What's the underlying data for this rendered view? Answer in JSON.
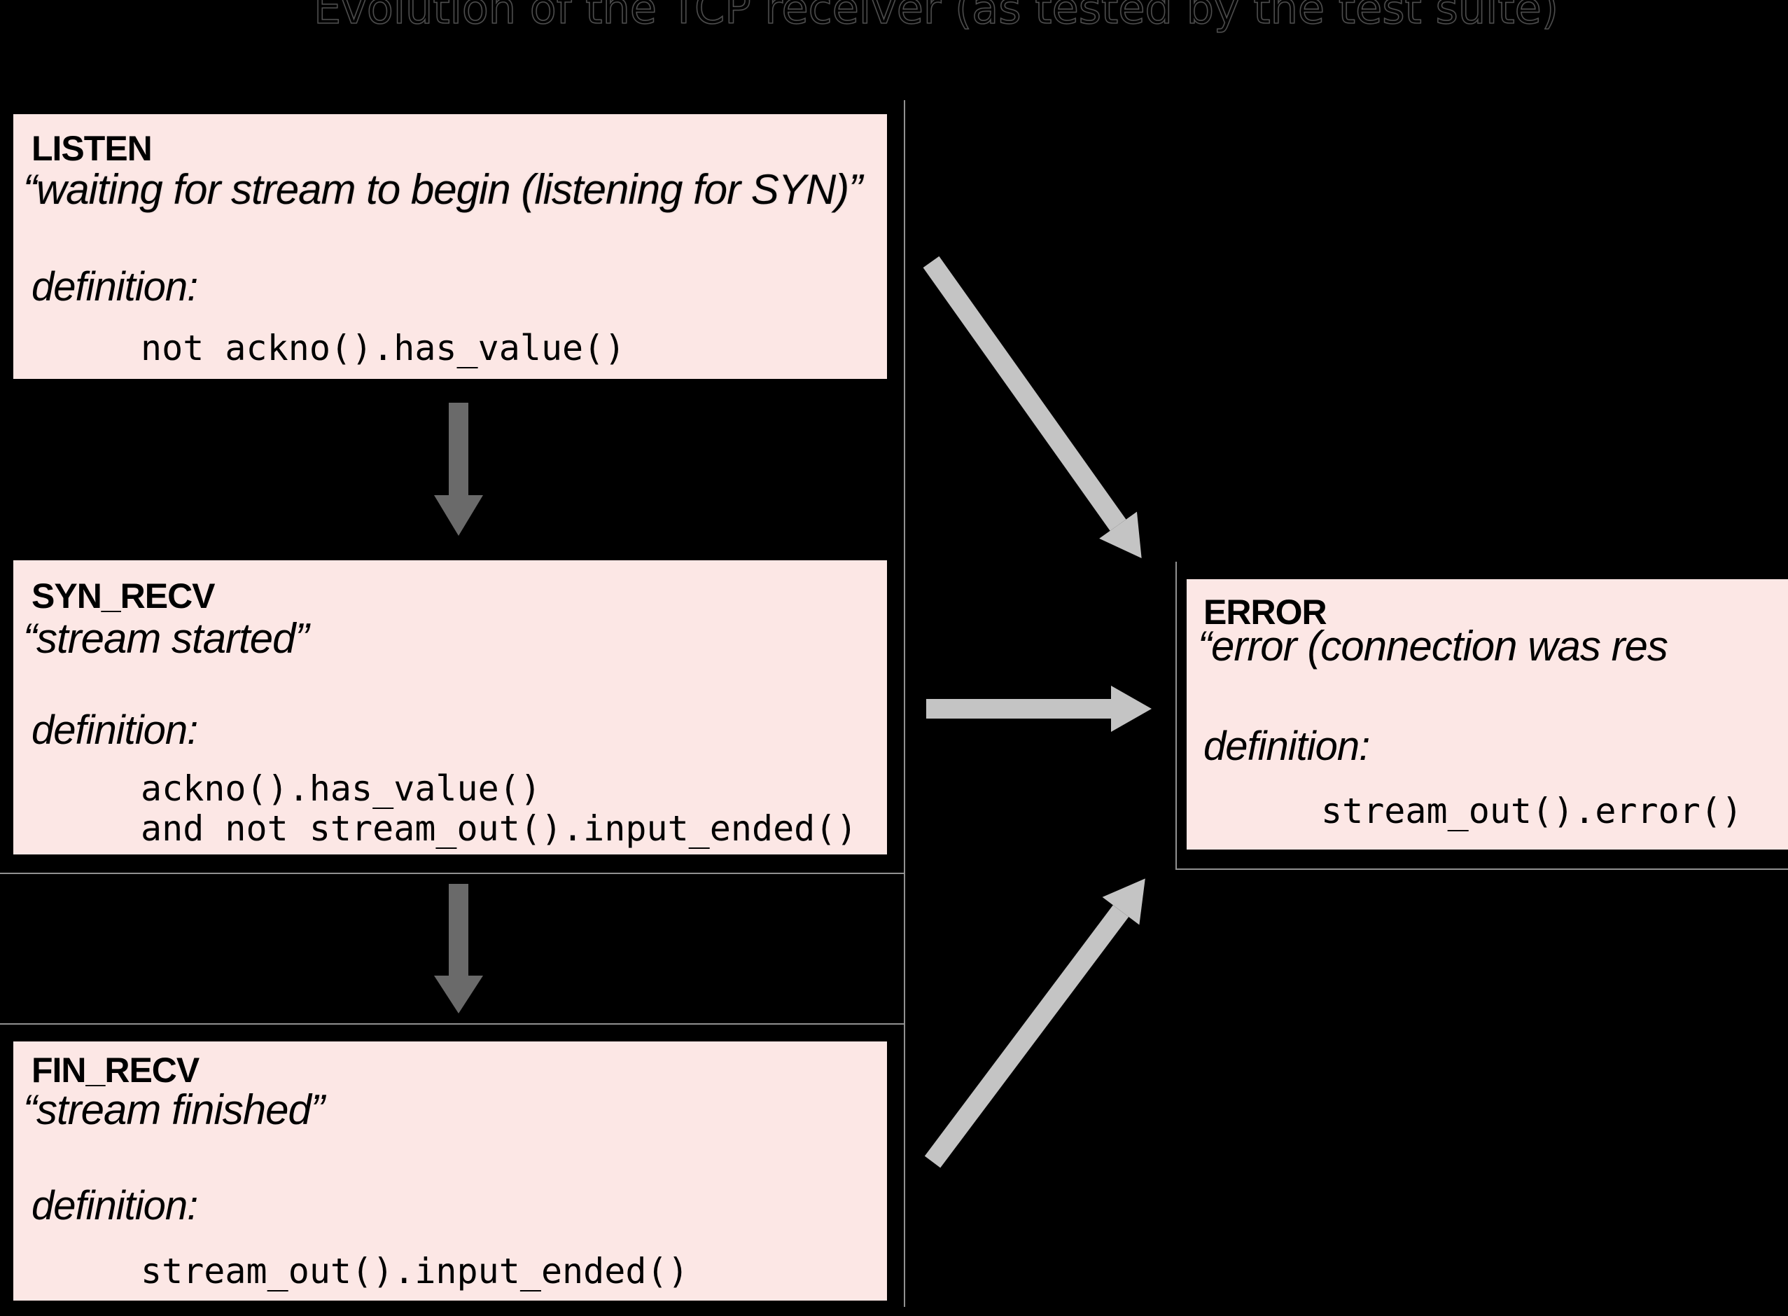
{
  "title": "Evolution of the TCP receiver (as tested by the test suite)",
  "states": {
    "listen": {
      "name": "LISTEN",
      "quote": "“waiting for stream to begin (listening for SYN)”",
      "definition_label": "definition:",
      "code": [
        "not ackno().has_value()"
      ]
    },
    "syn_recv": {
      "name": "SYN_RECV",
      "quote": "“stream started”",
      "definition_label": "definition:",
      "code": [
        "ackno().has_value()",
        "and not stream_out().input_ended()"
      ]
    },
    "fin_recv": {
      "name": "FIN_RECV",
      "quote": "“stream finished”",
      "definition_label": "definition:",
      "code": [
        "stream_out().input_ended()"
      ]
    },
    "error": {
      "name": "ERROR",
      "quote": "“error (connection was res",
      "definition_label": "definition:",
      "code": [
        "stream_out().error()"
      ]
    }
  },
  "arrows": [
    {
      "from": "LISTEN",
      "to": "SYN_RECV",
      "style": "dark-down"
    },
    {
      "from": "SYN_RECV",
      "to": "FIN_RECV",
      "style": "dark-down"
    },
    {
      "from": "LISTEN",
      "to": "ERROR",
      "style": "light-diagonal"
    },
    {
      "from": "SYN_RECV",
      "to": "ERROR",
      "style": "light-horizontal"
    },
    {
      "from": "FIN_RECV",
      "to": "ERROR",
      "style": "light-diagonal"
    }
  ],
  "colors": {
    "background": "#000000",
    "box_fill": "#fce7e5",
    "box_border": "#000000",
    "text": "#000000",
    "arrow_dark": "#6a6a6a",
    "arrow_light": "#c4c4c4",
    "frame_line": "#919191"
  }
}
